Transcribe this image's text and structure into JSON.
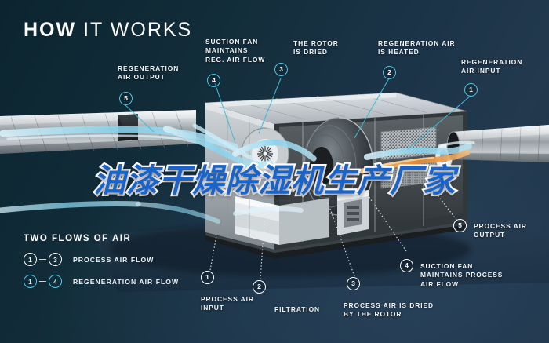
{
  "title": {
    "strong": "HOW",
    "light": "IT WORKS"
  },
  "watermark": {
    "text": "油漆干燥除湿机生产厂家",
    "color": "#1a63c8",
    "outline": "#ffffff"
  },
  "theme": {
    "background_dark": "#0b2430",
    "background_light": "#22394e",
    "accent_cyan": "#4fc5de",
    "text": "#f2f6f8",
    "airflow_cool": "#8fd8ef",
    "airflow_hot": "#e8913c"
  },
  "callouts": [
    {
      "id": "regeneration-air-output",
      "number": "5",
      "label": "REGENERATION\nAIR OUTPUT",
      "marker_style": "cyan",
      "leader": "solid"
    },
    {
      "id": "suction-fan-regeneration",
      "number": "4",
      "label": "SUCTION FAN\nMAINTAINS\nREG. AIR FLOW",
      "marker_style": "cyan",
      "leader": "solid"
    },
    {
      "id": "rotor-is-dried",
      "number": "3",
      "label": "THE ROTOR\nIS DRIED",
      "marker_style": "cyan",
      "leader": "solid"
    },
    {
      "id": "regeneration-air-heated",
      "number": "2",
      "label": "REGENERATION AIR\nIS HEATED",
      "marker_style": "cyan",
      "leader": "solid"
    },
    {
      "id": "regeneration-air-input",
      "number": "1",
      "label": "REGENERATION\nAIR INPUT",
      "marker_style": "cyan",
      "leader": "solid"
    },
    {
      "id": "process-air-input",
      "number": "1",
      "label": "PROCESS AIR\nINPUT",
      "marker_style": "white",
      "leader": "dotted"
    },
    {
      "id": "filtration",
      "number": "2",
      "label": "FILTRATION",
      "marker_style": "white",
      "leader": "dotted"
    },
    {
      "id": "process-air-dried-by-rotor",
      "number": "3",
      "label": "PROCESS AIR IS DRIED\nBY THE ROTOR",
      "marker_style": "white",
      "leader": "dotted"
    },
    {
      "id": "suction-fan-process",
      "number": "4",
      "label": "SUCTION FAN\nMAINTAINS PROCESS\nAIR FLOW",
      "marker_style": "white",
      "leader": "dotted"
    },
    {
      "id": "process-air-output",
      "number": "5",
      "label": "PROCESS AIR\nOUTPUT",
      "marker_style": "white",
      "leader": "dotted"
    }
  ],
  "legend": {
    "heading": "TWO FLOWS OF AIR",
    "rows": [
      {
        "from": "1",
        "dash": "–",
        "to": "3",
        "label": "PROCESS AIR FLOW",
        "style": "white"
      },
      {
        "from": "1",
        "dash": "–",
        "to": "4",
        "label": "REGENERATION AIR FLOW",
        "style": "cyan"
      }
    ]
  }
}
